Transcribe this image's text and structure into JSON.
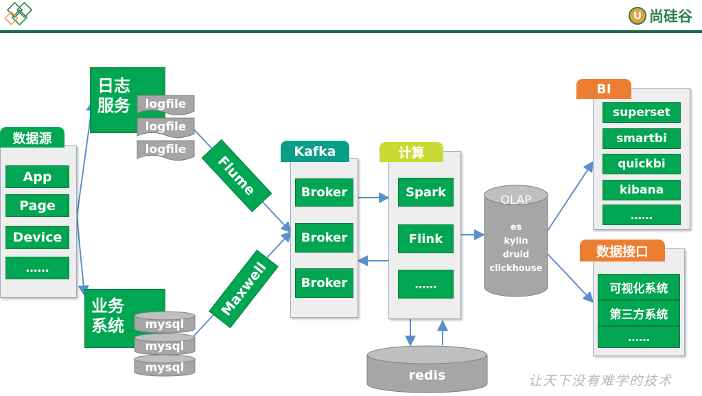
{
  "header": {
    "brand_text": "尚硅谷",
    "logo_glyph": "U",
    "accent_line_color": "#1a6b47"
  },
  "source": {
    "tag": "数据源",
    "items": [
      "App",
      "Page",
      "Device",
      "……"
    ]
  },
  "log_service": {
    "label_line1": "日志",
    "label_line2": "服务",
    "files": [
      "logfile",
      "logfile",
      "logfile"
    ]
  },
  "business": {
    "label_line1": "业务",
    "label_line2": "系统",
    "dbs": [
      "mysql",
      "mysql",
      "mysql"
    ]
  },
  "collectors": {
    "flume": "Flume",
    "maxwell": "Maxwell"
  },
  "kafka": {
    "tag": "Kafka",
    "brokers": [
      "Broker",
      "Broker",
      "Broker"
    ]
  },
  "compute": {
    "tag": "计算",
    "items": [
      "Spark",
      "Flink",
      "……"
    ]
  },
  "olap": {
    "title": "OLAP",
    "items": [
      "es",
      "kylin",
      "druid",
      "clickhouse"
    ]
  },
  "redis": {
    "label": "redis"
  },
  "bi": {
    "tag": "BI",
    "items": [
      "superset",
      "smartbi",
      "quickbi",
      "kibana",
      "……"
    ]
  },
  "api": {
    "tag": "数据接口",
    "items": [
      "可视化系统",
      "第三方系统",
      "……"
    ]
  },
  "footer": {
    "slogan": "让天下没有难学的技术"
  },
  "colors": {
    "green": "#00a651",
    "teal_tag": "#0a9d88",
    "yellow_tag": "#c9d936",
    "orange_tag": "#ed7d31",
    "arrow": "#5b8fc9",
    "grey": "#a6a6a6"
  }
}
